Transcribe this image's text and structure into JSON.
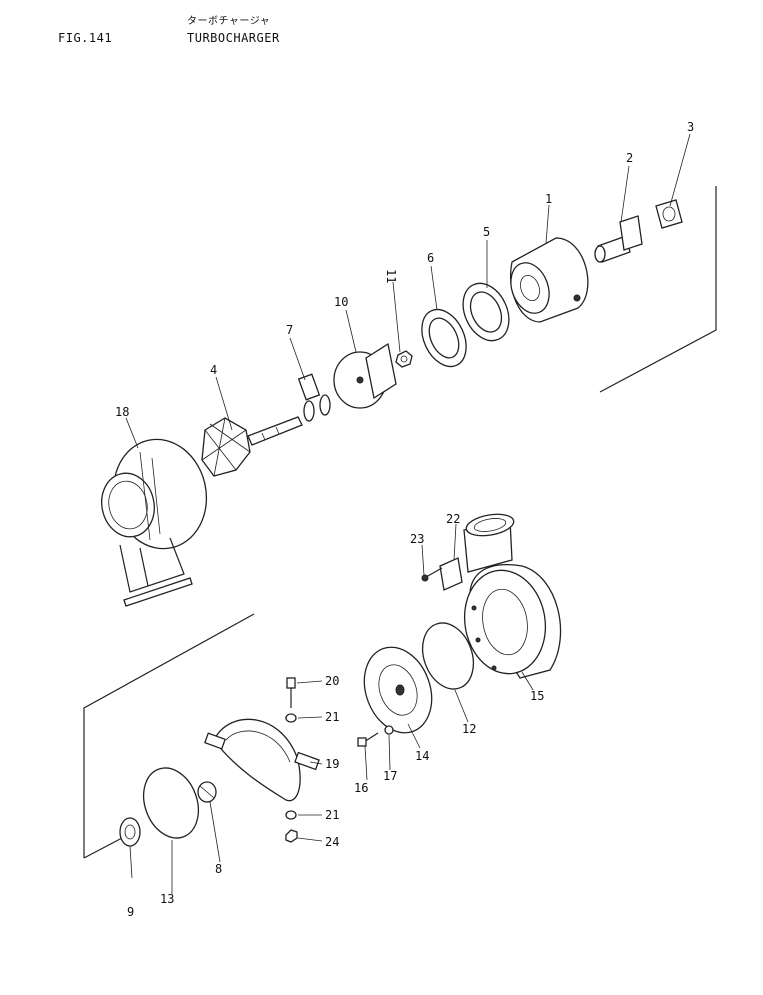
{
  "header": {
    "fig_label": "FIG.141",
    "title_jp": "ターボチャージャ",
    "title_en": "TURBOCHARGER"
  },
  "callouts": [
    "1",
    "2",
    "3",
    "4",
    "5",
    "6",
    "7",
    "8",
    "9",
    "10",
    "11",
    "12",
    "13",
    "14",
    "15",
    "16",
    "17",
    "18",
    "19",
    "20",
    "21",
    "21",
    "22",
    "23",
    "24"
  ]
}
